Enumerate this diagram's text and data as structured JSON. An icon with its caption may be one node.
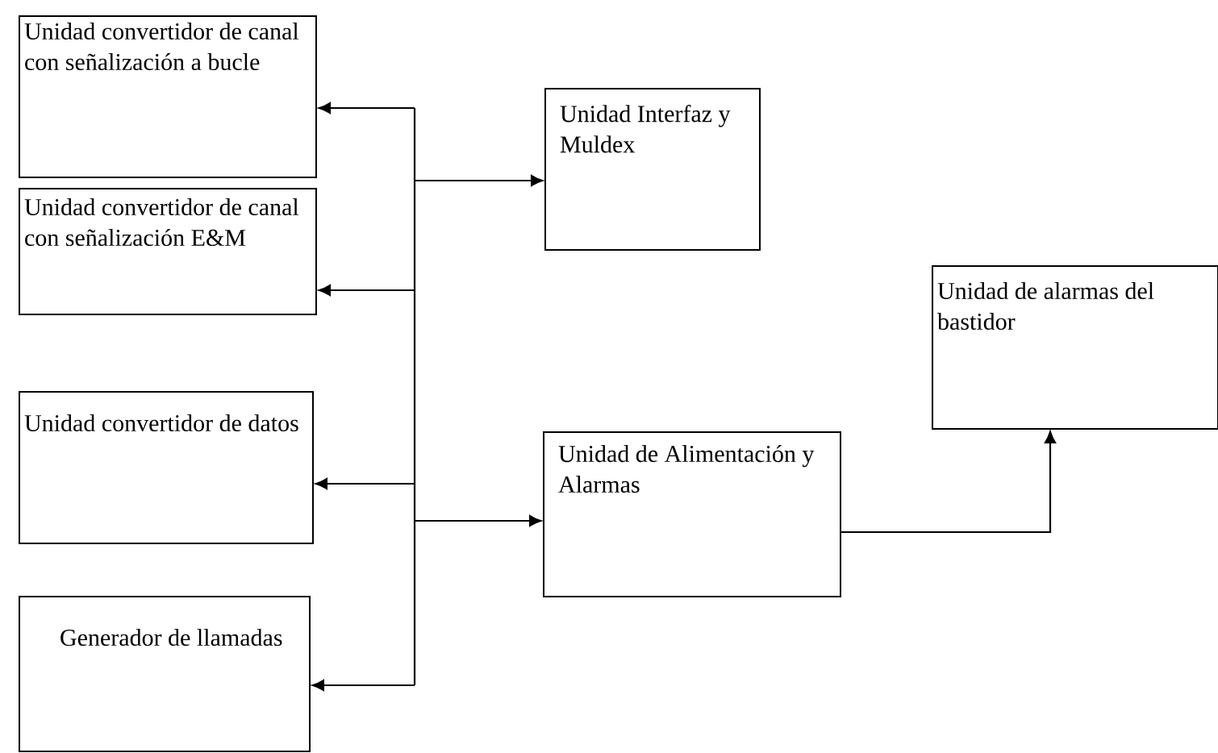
{
  "diagram": {
    "nodes": [
      {
        "text": [
          "Unidad convertidor de canal con señalización a bucle"
        ]
      },
      {
        "text": [
          "Unidad convertidor de canal con señalización E&M"
        ]
      },
      {
        "text": [
          "Unidad convertidor de datos"
        ]
      },
      {
        "text": [
          "Generador de llamadas"
        ]
      },
      {
        "text": [
          "Unidad Interfaz y Muldex"
        ]
      },
      {
        "text": [
          "Unidad de Alimentación y Alarmas"
        ]
      },
      {
        "text": [
          "Unidad de alarmas del bastidor"
        ]
      }
    ],
    "edges": [
      {
        "from": null,
        "to": 0,
        "arrow": "to"
      },
      {
        "from": null,
        "to": 1,
        "arrow": "to"
      },
      {
        "from": null,
        "to": 2,
        "arrow": "to"
      },
      {
        "from": null,
        "to": 3,
        "arrow": "to"
      },
      {
        "from": null,
        "to": 4,
        "arrow": "to"
      },
      {
        "from": null,
        "to": 5,
        "arrow": "to"
      },
      {
        "from": 5,
        "to": 6,
        "arrow": "to"
      }
    ]
  }
}
